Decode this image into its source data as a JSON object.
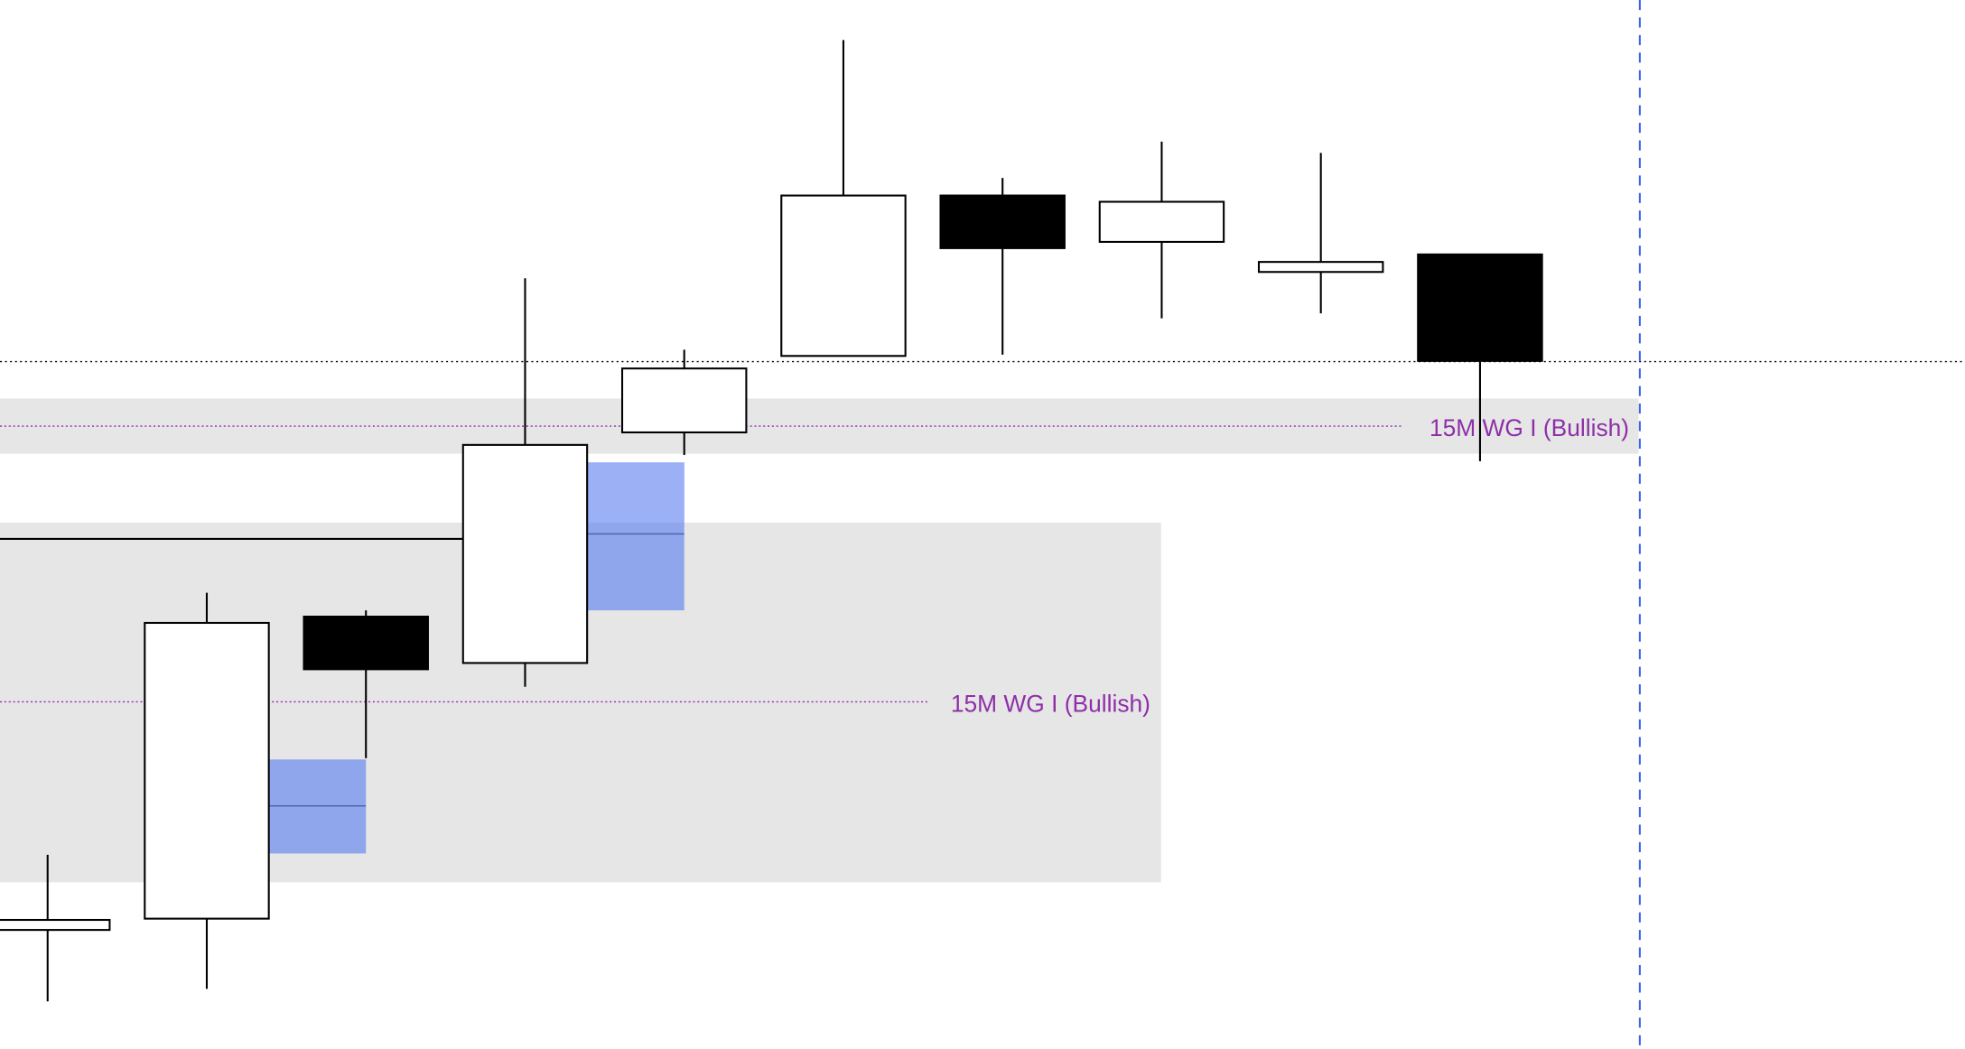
{
  "chart_data": {
    "type": "candlestick",
    "title": "",
    "xlabel": "",
    "ylabel": "",
    "price_range": [
      16.3,
      100
    ],
    "grid": false,
    "candles": [
      {
        "t": 0,
        "open": 25.8,
        "close": 26.6,
        "high": 31.8,
        "low": 20.1
      },
      {
        "t": 1,
        "open": 26.7,
        "close": 50.3,
        "high": 52.7,
        "low": 21.1
      },
      {
        "t": 2,
        "open": 50.8,
        "close": 46.6,
        "high": 51.3,
        "low": 39.5
      },
      {
        "t": 3,
        "open": 47.1,
        "close": 64.5,
        "high": 77.8,
        "low": 45.2
      },
      {
        "t": 4,
        "open": 65.5,
        "close": 70.6,
        "high": 72.1,
        "low": 63.7
      },
      {
        "t": 5,
        "open": 71.6,
        "close": 84.4,
        "high": 96.8,
        "low": 71.6
      },
      {
        "t": 6,
        "open": 84.4,
        "close": 80.2,
        "high": 85.8,
        "low": 71.7
      },
      {
        "t": 7,
        "open": 80.7,
        "close": 83.9,
        "high": 88.7,
        "low": 74.6
      },
      {
        "t": 8,
        "open": 78.3,
        "close": 79.1,
        "high": 87.8,
        "low": 75.0
      },
      {
        "t": 9,
        "open": 79.7,
        "close": 71.2,
        "high": 79.7,
        "low": 63.2
      }
    ],
    "zones": [
      {
        "label": "15M WG I (Bullish)",
        "top": 68.2,
        "bottom": 63.8,
        "mid": 66.0,
        "t_end": 10
      },
      {
        "label": "15M WG I (Bullish)",
        "top": 58.3,
        "bottom": 29.6,
        "mid": 44.0,
        "t_end": 7
      }
    ],
    "fvg_boxes": [
      {
        "t_start": 1.39,
        "t_end": 2.0,
        "top": 39.4,
        "bottom": 31.9,
        "mid": 35.7
      },
      {
        "t_start": 3.39,
        "t_end": 4.0,
        "top": 63.1,
        "bottom": 51.3,
        "mid": 57.4
      }
    ],
    "horizontal_line": {
      "price": 57.0,
      "t_end": 2.61
    },
    "dotted_level": 71.2,
    "current_time_marker_t": 10,
    "colors": {
      "bull": "#ffffff",
      "bear": "#000000",
      "zone": "#e6e6e6",
      "fvg": "#8fa5ec",
      "fvg_light": "#9bb0f5",
      "label": "#8e2fa8",
      "marker": "#3a63e8"
    }
  }
}
